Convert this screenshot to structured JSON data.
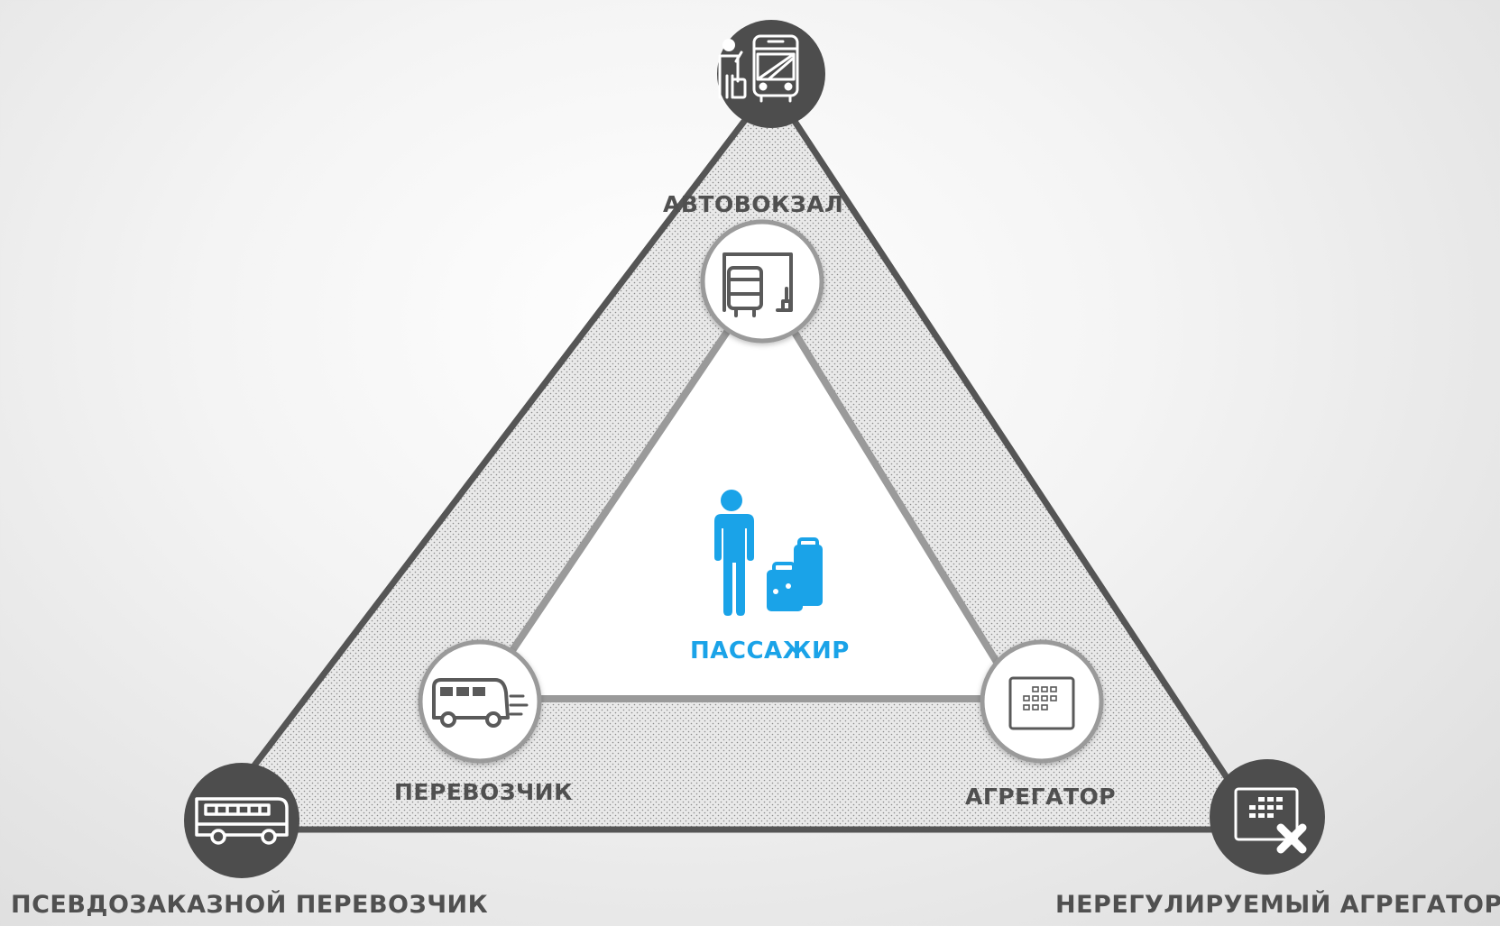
{
  "center": {
    "label": "ПАССАЖИР"
  },
  "inner_nodes": {
    "bus_station": {
      "label": "АВТОВОКЗАЛ",
      "icon": "bus-station-icon"
    },
    "carrier": {
      "label": "ПЕРЕВОЗЧИК",
      "icon": "bus-icon"
    },
    "aggregator": {
      "label": "АГРЕГАТОР",
      "icon": "tablet-icon"
    }
  },
  "outer_nodes": {
    "top": {
      "icon": "passenger-and-bus-icon"
    },
    "pseudo_carrier": {
      "label": "ПСЕВДОЗАКАЗНОЙ ПЕРЕВОЗЧИК",
      "icon": "minibus-icon"
    },
    "unregulated_aggregator": {
      "label": "НЕРЕГУЛИРУЕМЫЙ АГРЕГАТОР",
      "icon": "tablet-cross-icon"
    }
  },
  "colors": {
    "outer_dark": "#555555",
    "inner_stroke": "#9a9a9a",
    "accent_blue": "#1aa3e8",
    "label_dark": "#505050"
  }
}
